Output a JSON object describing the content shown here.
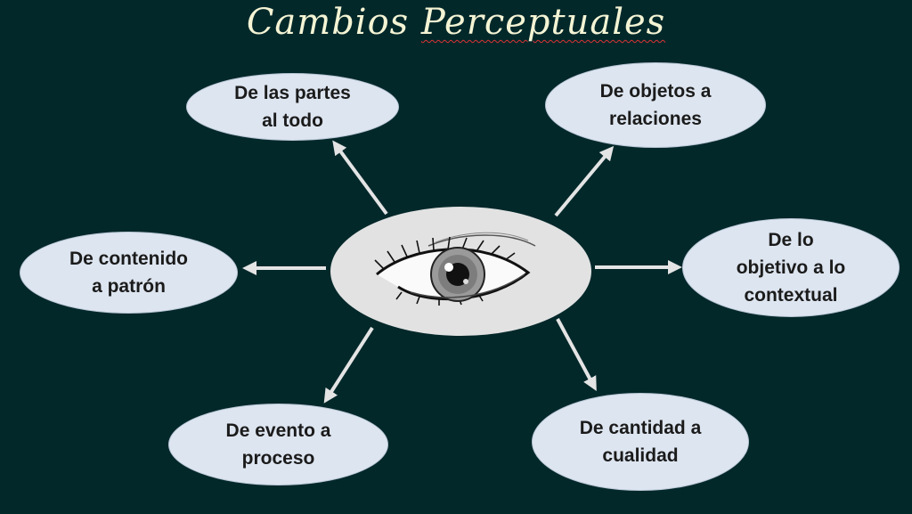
{
  "title_main": "Cambios ",
  "title_spell": "Perceptuales",
  "center": {
    "image": "eye-icon"
  },
  "nodes": [
    {
      "label": "De las partes\nal todo"
    },
    {
      "label": "De objetos a\nrelaciones"
    },
    {
      "label": "De contenido\na patrón"
    },
    {
      "label": "De lo\nobjetivo a lo\ncontextual"
    },
    {
      "label": "De evento a\nproceso"
    },
    {
      "label": "De cantidad a\ncualidad"
    }
  ],
  "colors": {
    "background": "#03282a",
    "title": "#f4f4d4",
    "node_fill": "#dde5f0",
    "center_fill": "#e2e2e2",
    "arrow": "#e4e4e4"
  }
}
